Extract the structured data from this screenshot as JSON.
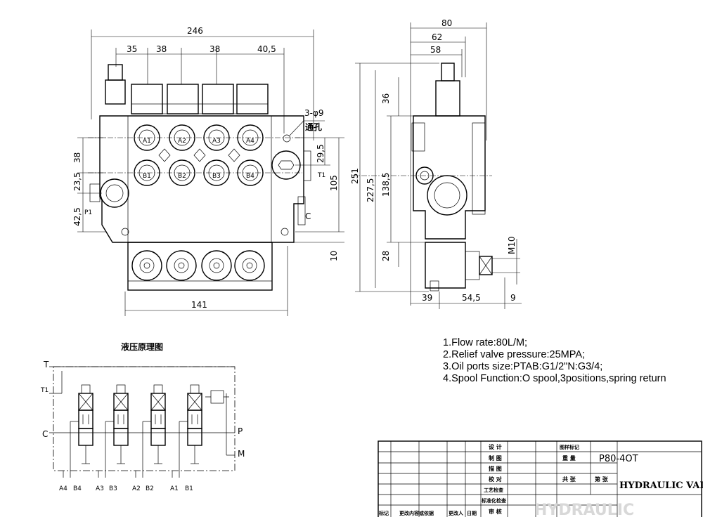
{
  "front_view": {
    "dims_top": {
      "overall": "246",
      "d1": "35",
      "d2": "38",
      "d3": "38",
      "d4": "40,5"
    },
    "dims_left": {
      "d1": "38",
      "d2": "23,5",
      "d3": "42,5"
    },
    "dims_right": {
      "d1": "29,5",
      "d2": "105",
      "d3": "10"
    },
    "bottom": "141",
    "hole_note": "3-φ9",
    "hole_note2": "通孔",
    "ports_a": [
      "A1",
      "A2",
      "A3",
      "A4"
    ],
    "ports_b": [
      "B1",
      "B2",
      "B3",
      "B4"
    ],
    "port_p": "P1",
    "port_t": "T1",
    "port_c": "C"
  },
  "side_view": {
    "dims_top": {
      "d1": "80",
      "d2": "62",
      "d3": "58"
    },
    "dims_left": {
      "overall": "251",
      "d1": "227,5",
      "d2": "138,5",
      "d3": "36",
      "d4": "28"
    },
    "dims_bottom": {
      "d1": "39",
      "d2": "54,5",
      "d3": "9"
    },
    "thread": "M10"
  },
  "schematic": {
    "title": "液压原理图",
    "left_labels": {
      "t": "T",
      "t1": "T1",
      "c": "C"
    },
    "right_labels": {
      "p": "P",
      "m": "M"
    },
    "bottom_labels": [
      "A4",
      "B4",
      "A3",
      "B3",
      "A2",
      "B2",
      "A1",
      "B1"
    ]
  },
  "notes": [
    "1.Flow rate:80L/M;",
    "2.Relief valve pressure:25MPA;",
    "3.Oil ports size:PTAB:G1/2\"N:G3/4;",
    "4.Spool Function:O spool,3positions,spring return"
  ],
  "title_block": {
    "rows": [
      "设 计",
      "制 图",
      "描 图",
      "校 对",
      "工艺检查",
      "标准化检查",
      "审 核"
    ],
    "drawing_mark": "图样标记",
    "weight": "重 量",
    "total": "共 张",
    "sheet": "第 张",
    "model": "P80-4OT",
    "name": "HYDRAULIC VALVE",
    "bottom_row": [
      "标记",
      "更改内容或依据",
      "更改人",
      "日期"
    ],
    "watermark": "HYDRAULIC"
  }
}
